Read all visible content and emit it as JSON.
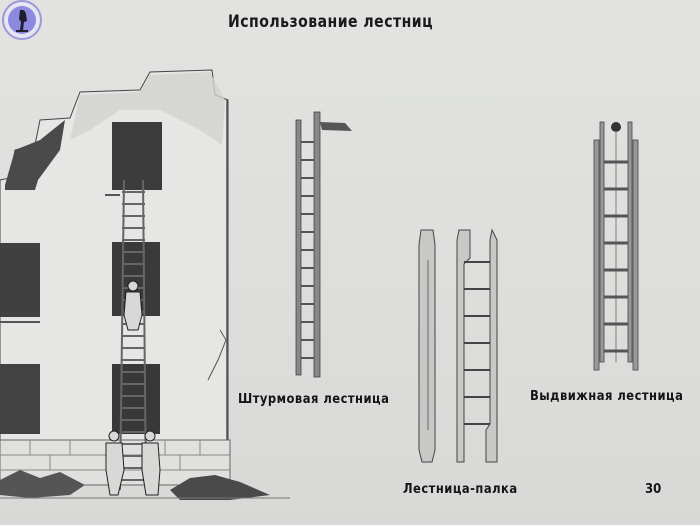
{
  "slide": {
    "title": "Использование лестниц",
    "page_number": "30",
    "logo_icon": "hiker-logo-icon"
  },
  "ladders": [
    {
      "id": "assault",
      "label": "Штурмовая лестница"
    },
    {
      "id": "pole",
      "label": "Лестница-палка"
    },
    {
      "id": "extension",
      "label": "Выдвижная лестница"
    }
  ],
  "illustration": {
    "subject": "building-with-ladder-rescue",
    "colors": {
      "ink": "#2a2a2a",
      "wall": "#e4e4e2",
      "window": "#3a3a3a",
      "ladder": "#6a6a6a"
    }
  }
}
